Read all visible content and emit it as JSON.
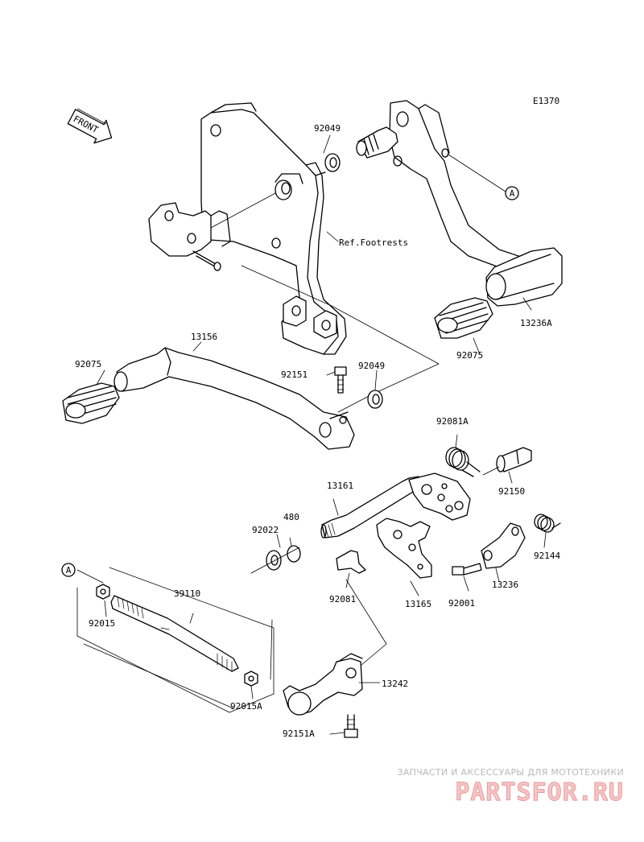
{
  "diagram_code": "E1370",
  "front_arrow_label": "FRONT",
  "callout_letter": "A",
  "parts": {
    "p92049a": "92049",
    "p_ref_footrests": "Ref.Footrests",
    "p13236a": "13236A",
    "p92075a": "92075",
    "p13156": "13156",
    "p92075b": "92075",
    "p92151": "92151",
    "p92049b": "92049",
    "p92081a": "92081A",
    "p92150": "92150",
    "p13161": "13161",
    "p480": "480",
    "p92022": "92022",
    "p92144": "92144",
    "p13236": "13236",
    "p92081": "92081",
    "p13165": "13165",
    "p92001": "92001",
    "p39110": "39110",
    "p92015": "92015",
    "p13242": "13242",
    "p92015a": "92015A",
    "p92151a": "92151A"
  },
  "watermark": {
    "tagline": "ЗАПЧАСТИ И АКСЕССУАРЫ ДЛЯ МОТОТЕХНИКИ",
    "logo": "PARTSFOR.RU"
  }
}
